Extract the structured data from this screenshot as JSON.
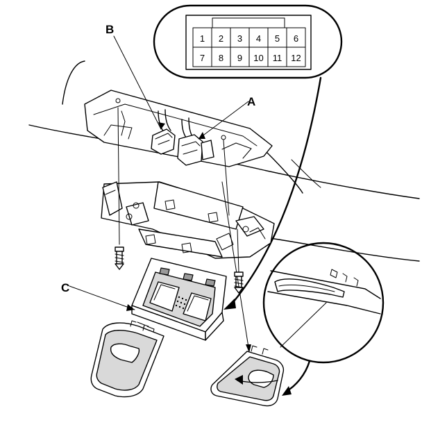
{
  "callouts": {
    "a": "A",
    "b": "B",
    "c": "C"
  },
  "connector": {
    "pins_top": [
      "1",
      "2",
      "3",
      "4",
      "5",
      "6"
    ],
    "pins_bottom": [
      "7",
      "8",
      "9",
      "10",
      "11",
      "12"
    ]
  }
}
